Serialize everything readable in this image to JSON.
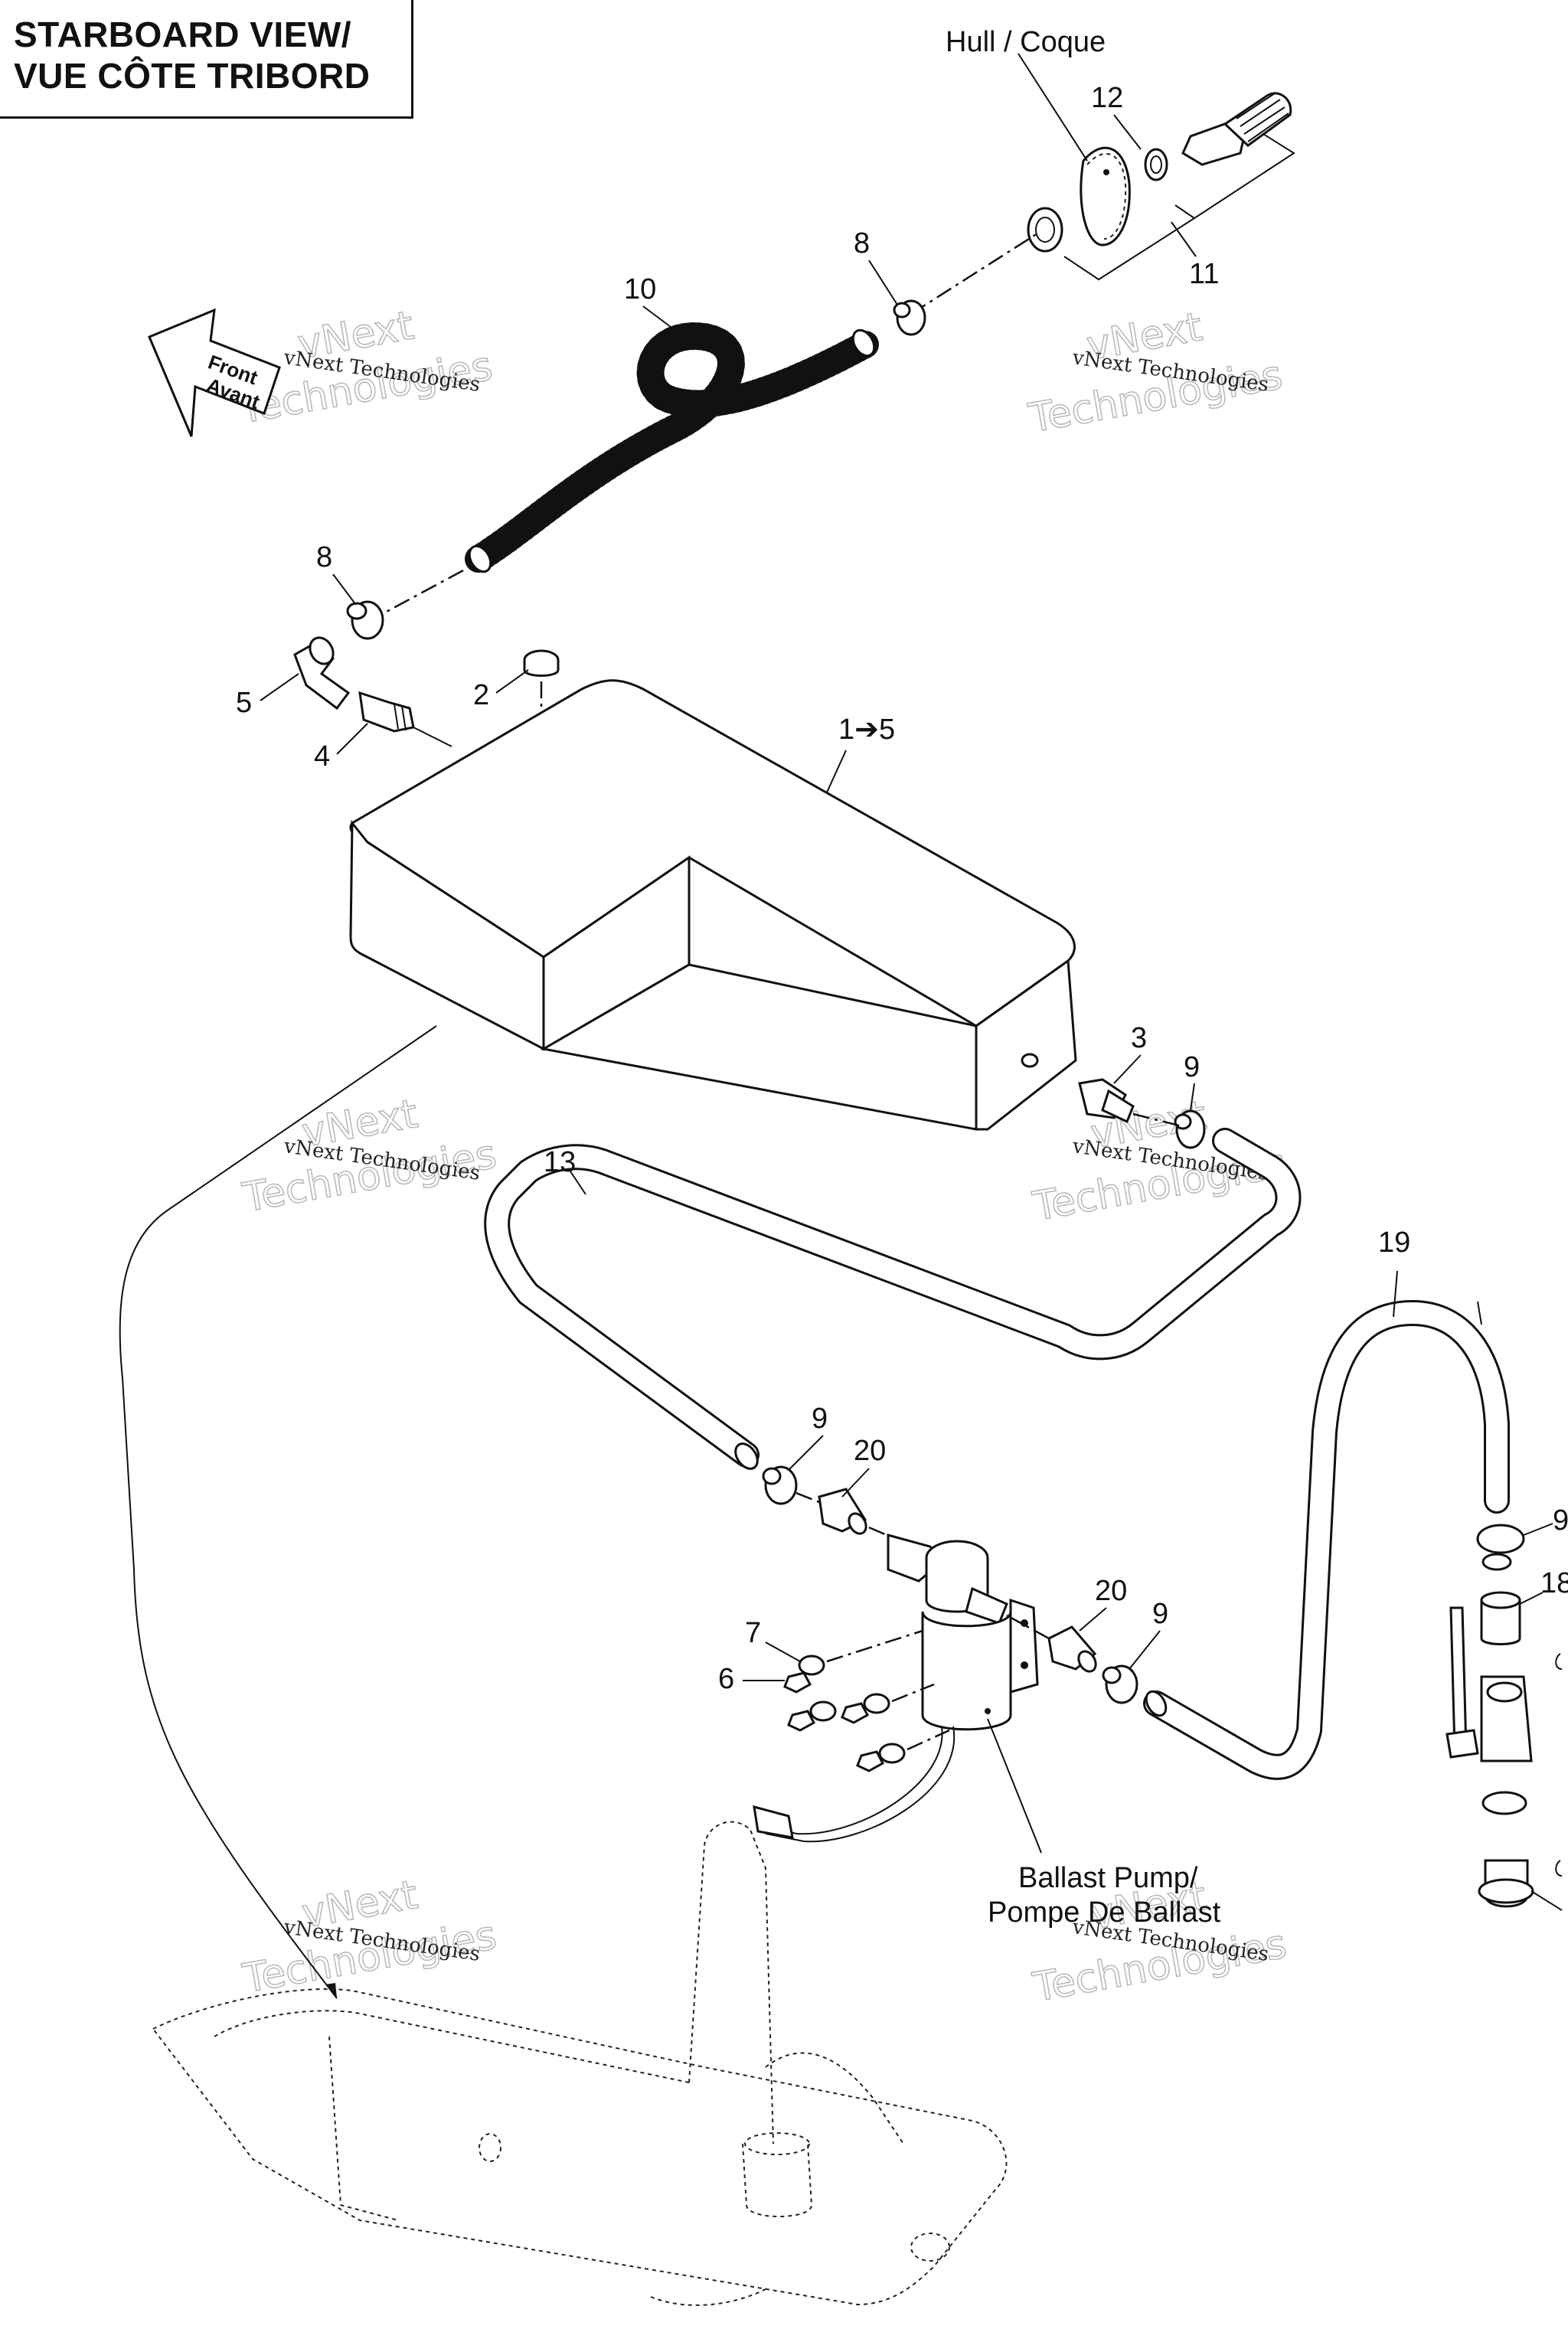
{
  "title": {
    "line1": "STARBOARD VIEW/",
    "line2": "VUE CÔTE TRIBORD"
  },
  "labels": {
    "hull": "Hull / Coque",
    "ballast_pump_en": "Ballast Pump/",
    "ballast_pump_fr": "Pompe De Ballast",
    "front_en": "Front",
    "front_fr": "Avant"
  },
  "callouts": {
    "c1_5": "1➔5",
    "c2": "2",
    "c3": "3",
    "c4": "4",
    "c5": "5",
    "c6": "6",
    "c7": "7",
    "c8a": "8",
    "c8b": "8",
    "c9a": "9",
    "c9b": "9",
    "c9c": "9",
    "c9d": "9",
    "c10": "10",
    "c11": "11",
    "c12": "12",
    "c13": "13",
    "c18": "18",
    "c19": "19",
    "c20a": "20",
    "c20b": "20"
  },
  "watermark": {
    "line1": "vNext Technologies",
    "big1": "vNext",
    "big2": "Technologies"
  },
  "colors": {
    "ink": "#111111",
    "watermark_outline": "#bbbbbb",
    "background": "#ffffff"
  }
}
